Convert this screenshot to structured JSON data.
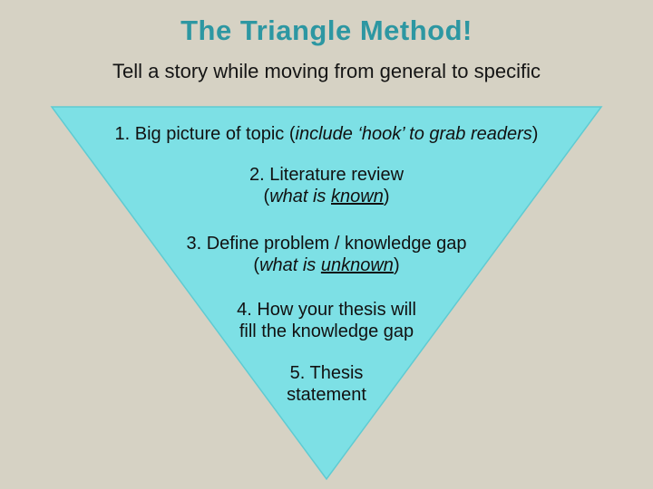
{
  "slide": {
    "title": "The Triangle Method!",
    "subtitle": "Tell a story while moving from general to specific",
    "colors": {
      "background": "#d6d2c4",
      "triangle_fill": "#7de0e5",
      "triangle_stroke": "#5fcbd2",
      "title_color": "#2d97a2",
      "body_text": "#111111"
    },
    "triangle": {
      "level1": {
        "prefix": "1. Big picture of topic (",
        "italic": "include ‘hook’ to grab readers",
        "suffix": ")"
      },
      "level2": {
        "line1": "2. Literature review",
        "paren_open": "(",
        "italic_lead": "what is ",
        "underlined": "known",
        "paren_close": ")"
      },
      "level3": {
        "line1": "3. Define problem / knowledge gap",
        "paren_open": "(",
        "italic_lead": "what is ",
        "underlined": "unknown",
        "paren_close": ")"
      },
      "level4": {
        "line1": "4. How your thesis will",
        "line2": "fill the knowledge gap"
      },
      "level5": {
        "line1": "5. Thesis",
        "line2": "statement"
      }
    }
  }
}
